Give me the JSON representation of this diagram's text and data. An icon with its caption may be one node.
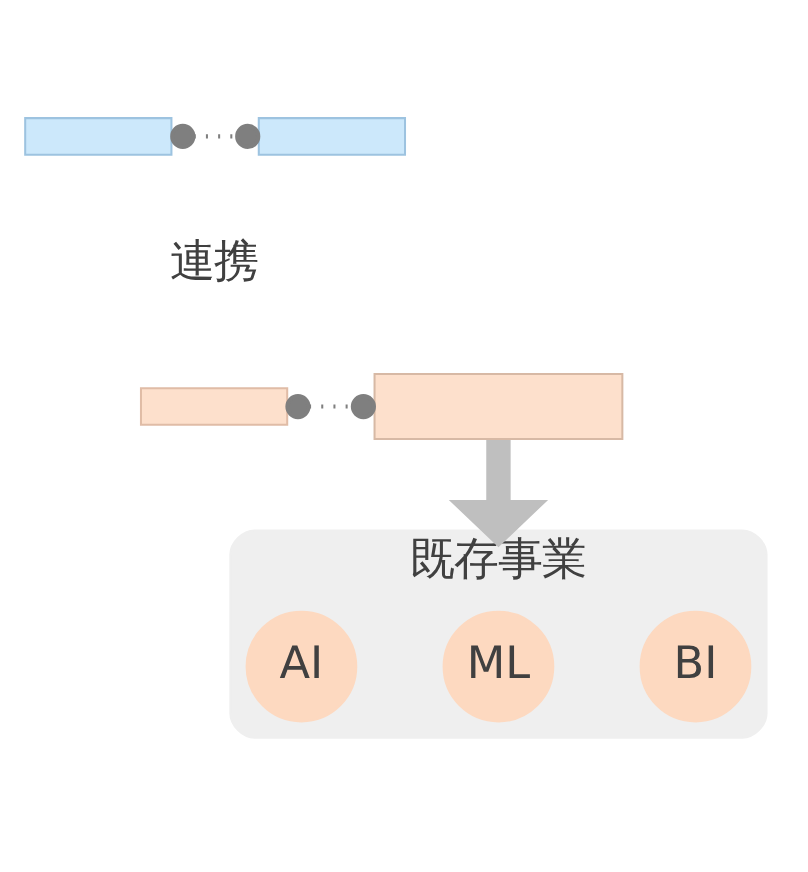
{
  "diagram": {
    "nodes": [
      {
        "text": [],
        "shape": "box"
      },
      {
        "text": [],
        "shape": "box"
      },
      {
        "text": [],
        "shape": "box"
      },
      {
        "text": [],
        "shape": "box"
      },
      {
        "text": [
          "既存事業"
        ]
      },
      {
        "text": [
          "AI"
        ],
        "in": 4
      },
      {
        "text": [
          "ML"
        ],
        "in": 4
      },
      {
        "text": [
          "BI"
        ],
        "in": 4
      }
    ],
    "edges": [
      {
        "from": 0,
        "to": 1,
        "arrow": "other",
        "style": "dashed"
      },
      {
        "from": 2,
        "to": 3,
        "arrow": "other",
        "style": "dashed"
      },
      {
        "from": 3,
        "to": 4,
        "arrow": "to",
        "style": "thick",
        "color": "#bfbfbf"
      }
    ],
    "labels": [
      "連携"
    ]
  }
}
